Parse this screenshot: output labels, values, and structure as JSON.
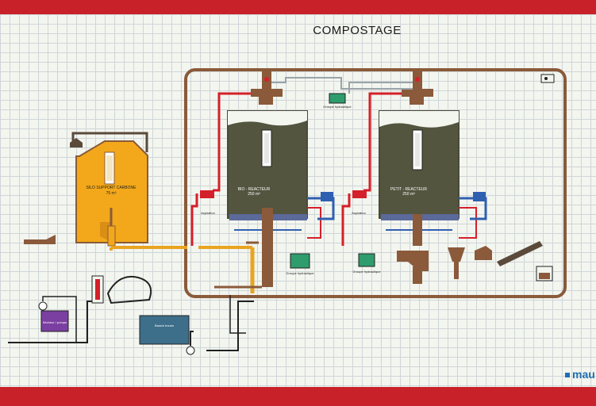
{
  "title": "COMPOSTAGE",
  "brand": "mau",
  "silo": {
    "label": "SILO SUPPORT CARBONE",
    "volume": "75 m³"
  },
  "reactor_large": {
    "label": "BIO - REACTEUR",
    "volume": "250 m³"
  },
  "reactor_small": {
    "label": "PETIT - REACTEUR",
    "volume": "250 m³"
  },
  "hydraulic_labels": [
    "Groupe hydraulique",
    "Groupe hydraulique",
    "Groupe hydraulique"
  ],
  "aspiration_labels": [
    "Aspiration",
    "Aspiration"
  ],
  "bottom_labels": {
    "dryer": "Sécheur / pompe",
    "sludge_tank": "Bassin boues"
  },
  "colors": {
    "board_frame": "#c8212a",
    "process_frame": "#8a5a3a",
    "reactor": "#53553f",
    "silo": "#f2a81a",
    "pipe_red": "#d4202a",
    "pipe_blue": "#2f5fb0",
    "pipe_yellow": "#e9a420",
    "equipment_brown": "#8a5a3a",
    "hydraulic_green": "#2e9c6c"
  }
}
